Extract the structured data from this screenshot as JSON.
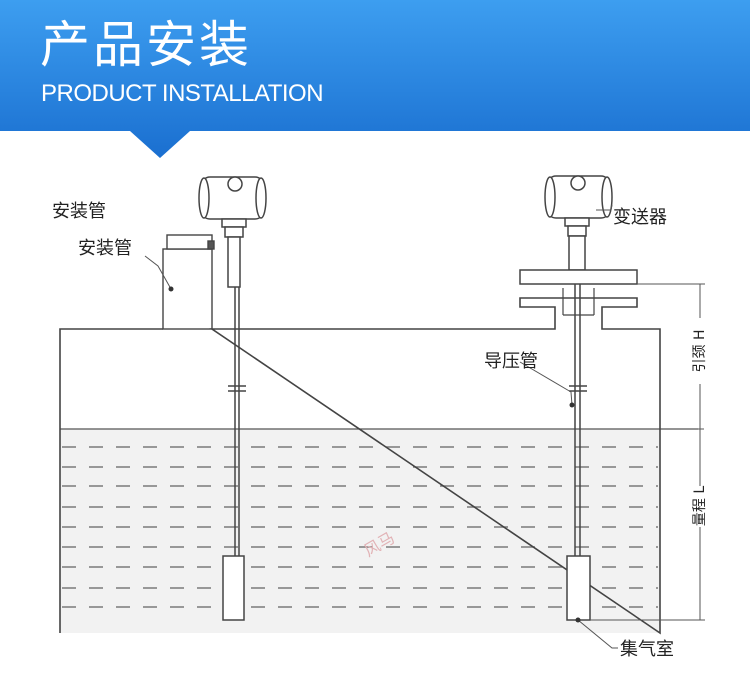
{
  "header": {
    "title_cn": "产品安装",
    "title_en": "PRODUCT INSTALLATION",
    "gradient_top": "#3d9ef0",
    "gradient_bottom": "#1a6fd0"
  },
  "labels": {
    "mount_pipe_top": "安装管",
    "mount_pipe": "安装管",
    "transmitter": "变送器",
    "pressure_pipe": "导压管",
    "gas_chamber": "集气室",
    "neck_height": "引颈 H",
    "range": "量程 L"
  },
  "watermark": "风马"
}
